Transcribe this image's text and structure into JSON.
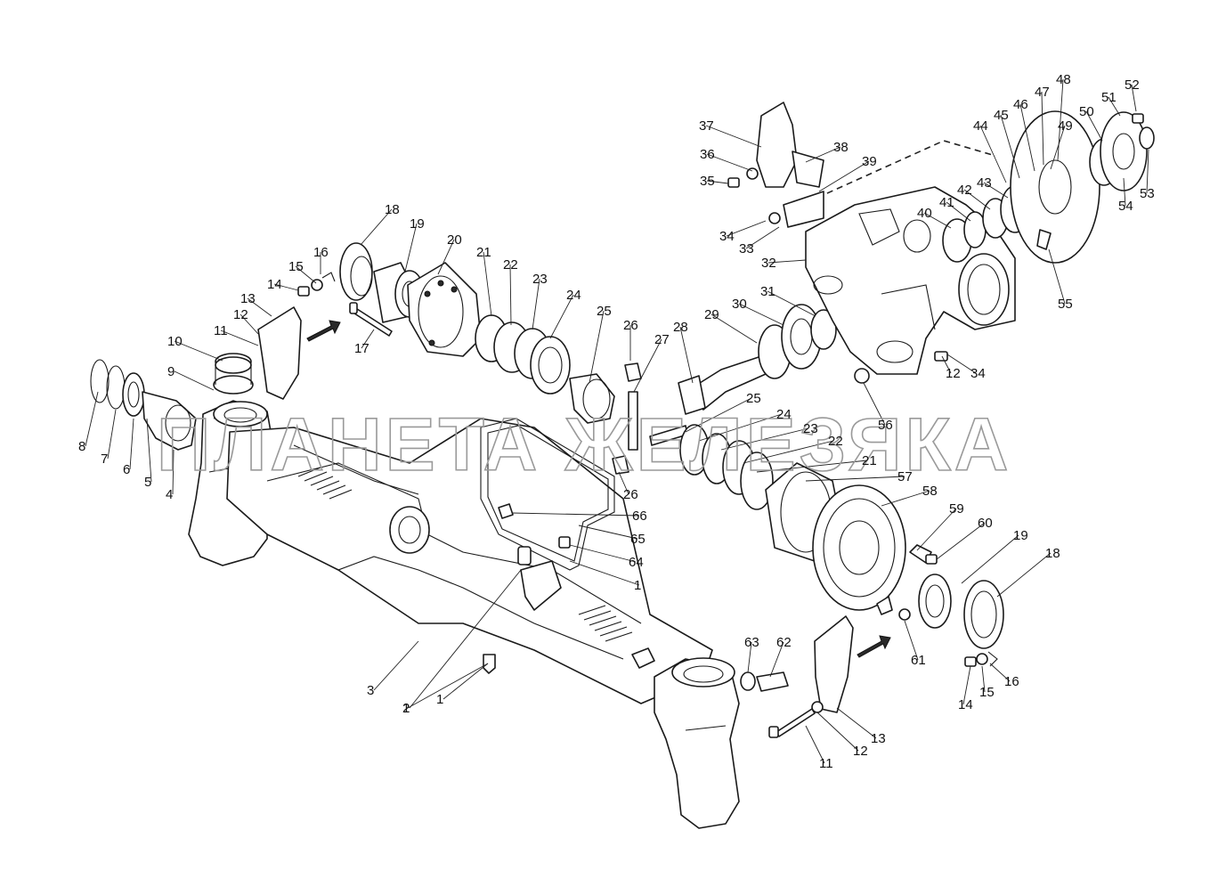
{
  "watermark": "ПЛАНЕТА ЖЕЛЕЗЯКА",
  "callouts": [
    "1",
    "2",
    "3",
    "4",
    "5",
    "6",
    "7",
    "8",
    "9",
    "10",
    "11",
    "12",
    "13",
    "14",
    "15",
    "16",
    "17",
    "18",
    "19",
    "20",
    "21",
    "22",
    "23",
    "24",
    "25",
    "26",
    "27",
    "28",
    "29",
    "30",
    "31",
    "32",
    "33",
    "34",
    "35",
    "36",
    "37",
    "38",
    "39",
    "40",
    "41",
    "42",
    "43",
    "44",
    "45",
    "46",
    "47",
    "48",
    "49",
    "50",
    "51",
    "52",
    "53",
    "54",
    "55",
    "56",
    "57",
    "58",
    "59",
    "60",
    "61",
    "62",
    "63",
    "64",
    "65",
    "66"
  ],
  "extra_callouts": [
    "1",
    "1",
    "11",
    "12",
    "12",
    "13",
    "14",
    "15",
    "16",
    "18",
    "19",
    "21",
    "22",
    "23",
    "24",
    "25",
    "26",
    "34"
  ]
}
